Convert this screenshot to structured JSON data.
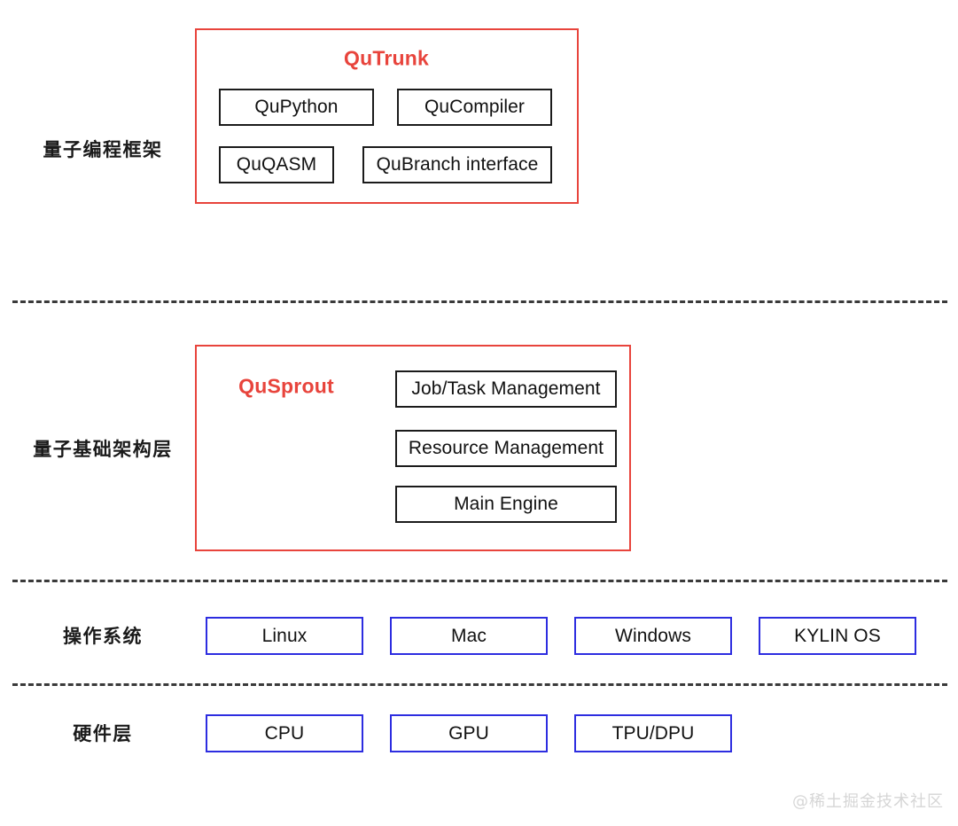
{
  "diagram": {
    "type": "layered-architecture",
    "background_color": "#ffffff",
    "accent_red": "#e8443c",
    "accent_blue": "#2d2de0",
    "node_border_color": "#1b1b1b",
    "divider_color": "#3a3a3a"
  },
  "layers": [
    {
      "id": "programming-framework",
      "label": "量子编程框架",
      "group": {
        "title": "QuTrunk",
        "title_color": "#e8443c",
        "border_color": "#e8443c",
        "nodes": [
          {
            "label": "QuPython"
          },
          {
            "label": "QuCompiler"
          },
          {
            "label": "QuQASM"
          },
          {
            "label": "QuBranch interface"
          }
        ]
      }
    },
    {
      "id": "infrastructure",
      "label": "量子基础架构层",
      "group": {
        "title": "QuSprout",
        "title_color": "#e8443c",
        "border_color": "#e8443c",
        "nodes": [
          {
            "label": "Job/Task Management"
          },
          {
            "label": "Resource Management"
          },
          {
            "label": "Main Engine"
          }
        ]
      }
    },
    {
      "id": "operating-system",
      "label": "操作系统",
      "nodes": [
        {
          "label": "Linux"
        },
        {
          "label": "Mac"
        },
        {
          "label": "Windows"
        },
        {
          "label": "KYLIN OS"
        }
      ]
    },
    {
      "id": "hardware",
      "label": "硬件层",
      "nodes": [
        {
          "label": "CPU"
        },
        {
          "label": "GPU"
        },
        {
          "label": "TPU/DPU"
        }
      ]
    }
  ],
  "watermark": {
    "text": "@稀土掘金技术社区"
  }
}
